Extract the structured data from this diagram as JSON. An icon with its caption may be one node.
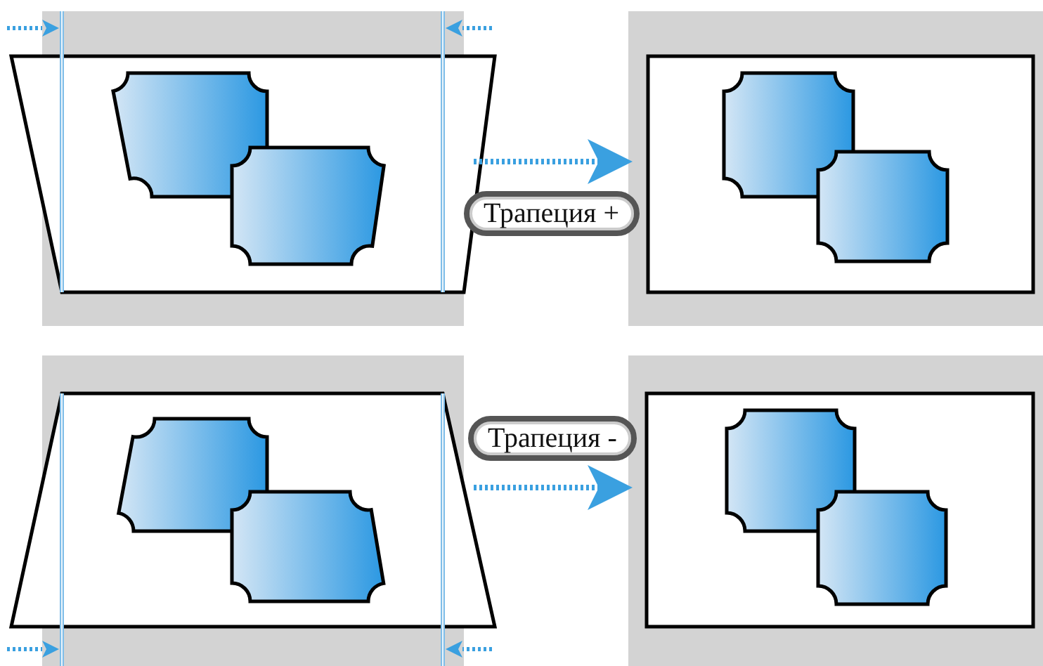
{
  "diagram": {
    "nodes": [
      {
        "text": [],
        "shape": "box"
      },
      {
        "text": [],
        "shape": "box"
      },
      {
        "text": [],
        "shape": "box"
      },
      {
        "text": [],
        "shape": "box"
      }
    ],
    "edges": [
      {
        "from": 0,
        "to": 1,
        "arrow": "to",
        "label": "Трапеция +",
        "style": "dashed"
      },
      {
        "from": 2,
        "to": 3,
        "arrow": "to",
        "label": "Трапеция -",
        "style": "dashed"
      }
    ]
  }
}
